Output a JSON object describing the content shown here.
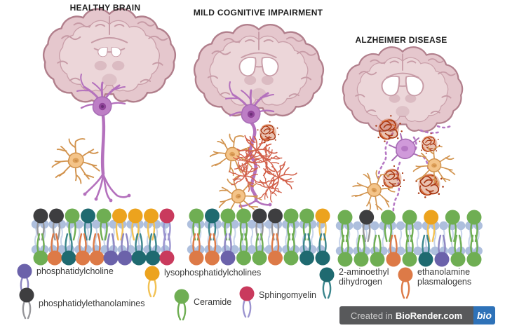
{
  "figure": {
    "panels": [
      {
        "id": "healthy",
        "title": "HEALTHY BRAIN"
      },
      {
        "id": "mci",
        "title": "MILD COGNITIVE IMPAIRMENT"
      },
      {
        "id": "ad",
        "title": "ALZHEIMER DISEASE"
      }
    ]
  },
  "legend": {
    "items": [
      {
        "id": "phosphatidylcholine",
        "label": "phosphatidylcholine",
        "head_color": "#6b62aa",
        "tail_color": "#8d86c2"
      },
      {
        "id": "phosphatidylethanolamines",
        "label": "phosphatidylethanolamines",
        "head_color": "#3e3e40",
        "tail_color": "#97979b"
      },
      {
        "id": "lysophosphatidylcholines",
        "label": "lysophosphatidylcholines",
        "head_color": "#eca31e",
        "tail_color": "#f2c254"
      },
      {
        "id": "ceramide",
        "label": "Ceramide",
        "head_color": "#6fae53",
        "tail_color": "#6fae53"
      },
      {
        "id": "sphingomyelin",
        "label": "Sphingomyelin",
        "head_color": "#c93a5d",
        "tail_color": "#9b94cf"
      },
      {
        "id": "aminoethyl_dihydrogen",
        "label": "2-aminoethyl dihydrogen",
        "head_color": "#1f6a70",
        "tail_color": "#3a858c"
      },
      {
        "id": "ethanolamine_plasmalogens",
        "label": "ethanolamine plasmalogens",
        "head_color": "#dd7a47",
        "tail_color": "#dd7a47"
      }
    ],
    "background_lipid": {
      "head_color": "#aebfdd",
      "tail_color": "#c7d4ea"
    }
  },
  "membranes": {
    "healthy": {
      "top": [
        "phosphatidylethanolamines",
        "phosphatidylethanolamines",
        "ceramide",
        "aminoethyl_dihydrogen",
        "ceramide",
        "lysophosphatidylcholines",
        "lysophosphatidylcholines",
        "lysophosphatidylcholines",
        "sphingomyelin"
      ],
      "bottom": [
        "ceramide",
        "ethanolamine_plasmalogens",
        "aminoethyl_dihydrogen",
        "ethanolamine_plasmalogens",
        "ethanolamine_plasmalogens",
        "phosphatidylcholine",
        "phosphatidylcholine",
        "aminoethyl_dihydrogen",
        "aminoethyl_dihydrogen",
        "sphingomyelin"
      ]
    },
    "mci": {
      "top": [
        "ceramide",
        "aminoethyl_dihydrogen",
        "ceramide",
        "ceramide",
        "phosphatidylethanolamines",
        "phosphatidylethanolamines",
        "ceramide",
        "ceramide",
        "lysophosphatidylcholines"
      ],
      "bottom": [
        "ethanolamine_plasmalogens",
        "ethanolamine_plasmalogens",
        "phosphatidylcholine",
        "ceramide",
        "ceramide",
        "ethanolamine_plasmalogens",
        "ceramide",
        "aminoethyl_dihydrogen",
        "aminoethyl_dihydrogen"
      ]
    },
    "ad": {
      "top": [
        "ceramide",
        "phosphatidylethanolamines",
        "ceramide",
        "ceramide",
        "lysophosphatidylcholines",
        "ceramide",
        "ceramide"
      ],
      "bottom": [
        "ceramide",
        "ceramide",
        "ceramide",
        "ethanolamine_plasmalogens",
        "ceramide",
        "aminoethyl_dihydrogen",
        "phosphatidylcholine",
        "ceramide",
        "ceramide"
      ]
    }
  },
  "watermark": {
    "prefix": "Created in",
    "brand": "BioRender.com",
    "logo_text": "bìo"
  },
  "palette": {
    "title_color": "#1e1e1e",
    "label_color": "#3a3a3a",
    "brain_fill": "#e5c7cd",
    "brain_stroke": "#b17f8c",
    "brain_inner": "#edd8db",
    "brain_detail": "#c79ba6",
    "ventricle_fill": "#ffffff",
    "neuron_stroke": "#b471bd",
    "neuron_fill": "#bd7ec5",
    "neuron_nucleus": "#8f4499",
    "neuron_nucleolus": "#6b2f77",
    "ad_neuron_fill": "#d09ada",
    "ad_neuron_stroke": "#a76cb5",
    "microglia_stroke": "#d2944f",
    "microglia_fill": "#f4c489",
    "microglia_nucleus": "#dd9f58",
    "plaque": "#a83712",
    "plaque_light": "#d96a35",
    "plaque_base": "#c4511f",
    "tangle": "#d2604a",
    "fragments": "#b678c4",
    "watermark_bg": "#58595b",
    "watermark_text": "#cdcdcd",
    "watermark_brand": "#ffffff",
    "watermark_logo_bg": "#2e72b8"
  }
}
